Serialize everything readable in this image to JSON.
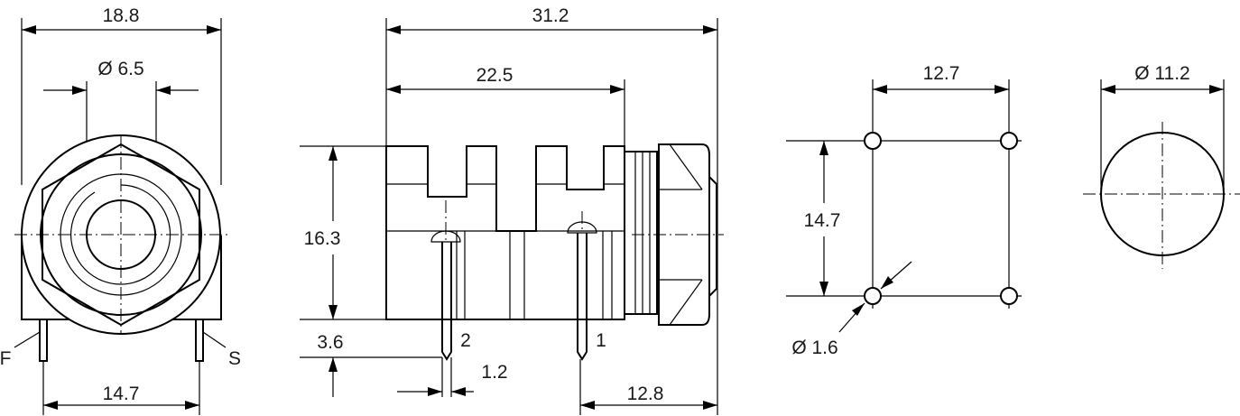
{
  "front_view": {
    "width": "18.8",
    "bore": "Ø 6.5",
    "pin_spacing": "14.7",
    "label_left": "F",
    "label_right": "S"
  },
  "side_view": {
    "length": "31.2",
    "body_length": "22.5",
    "height": "16.3",
    "pin_length": "3.6",
    "pin_width": "1.2",
    "pin_offset": "12.8",
    "pin_2": "2",
    "pin_1": "1"
  },
  "footprint": {
    "width": "12.7",
    "height": "14.7",
    "hole": "Ø 1.6"
  },
  "panel_cutout": {
    "diameter": "Ø 11.2"
  }
}
